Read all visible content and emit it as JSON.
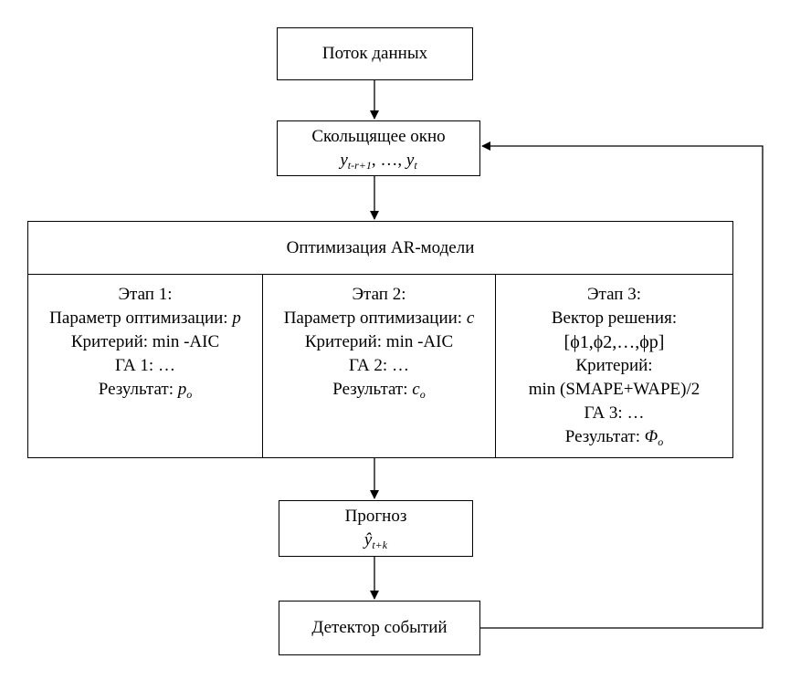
{
  "nodes": {
    "data_stream": "Поток данных",
    "sliding_window": {
      "title": "Скольщящее окно",
      "formula_a": "y",
      "formula_a_sub": "t-r+1",
      "formula_sep": ", …, ",
      "formula_b": "y",
      "formula_b_sub": "t"
    },
    "optimization": {
      "title": "Оптимизация AR-модели",
      "stage1": {
        "title": "Этап 1:",
        "param": "Параметр оптимизации: ",
        "param_var": "p",
        "criterion": "Критерий: min -AIC",
        "ga": "ГА 1: …",
        "result": "Результат: ",
        "result_var": "p",
        "result_sub": "o"
      },
      "stage2": {
        "title": "Этап 2:",
        "param": "Параметр оптимизации: ",
        "param_var": "c",
        "criterion": "Критерий: min -AIC",
        "ga": "ГА 2: …",
        "result": "Результат: ",
        "result_var": "c",
        "result_sub": "o"
      },
      "stage3": {
        "title": "Этап 3:",
        "vector": "Вектор решения:",
        "vector_formula": "[ϕ1,ϕ2,…,ϕp]",
        "criterion": "Критерий:",
        "criterion_formula": "min (SMAPE+WAPE)/2",
        "ga": "ГА 3: …",
        "result": "Результат: ",
        "result_var": "Φ",
        "result_sub": "o"
      }
    },
    "forecast": {
      "title": "Прогноз",
      "formula": "ŷ",
      "formula_sub": "t+k"
    },
    "event_detector": "Детектор событий"
  }
}
